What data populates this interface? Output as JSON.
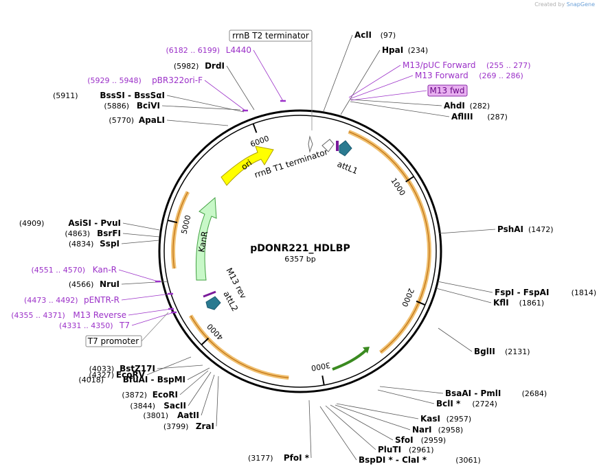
{
  "header": {
    "created_by": "Created by",
    "brand": "SnapGene"
  },
  "plasmid": {
    "name": "pDONR221_HDLBP",
    "length_label": "6357 bp",
    "total_bp": 6357
  },
  "colors": {
    "feature_fill": "#f8e4c4",
    "feature_stroke": "#e0a030",
    "ori": "#ffff00",
    "kanr": "#c8f8c8",
    "att": "#2a7a90",
    "primer": "#9b30c8",
    "enzyme": "#000000",
    "green_arrow": "#3a8a20",
    "label_box_fill": "#e8b0f0"
  },
  "ticks": [
    {
      "label": "1000",
      "bp": 1000
    },
    {
      "label": "2000",
      "bp": 2000
    },
    {
      "label": "3000",
      "bp": 3000
    },
    {
      "label": "4000",
      "bp": 4000
    },
    {
      "label": "5000",
      "bp": 5000
    },
    {
      "label": "6000",
      "bp": 6000
    }
  ],
  "features": [
    {
      "name": "ori",
      "type": "arrow",
      "start": 5780,
      "end": 6130,
      "color": "#ffff00"
    },
    {
      "name": "KanR",
      "type": "arrow",
      "start": 4830,
      "end": 5330,
      "color": "#c8f8c8"
    },
    {
      "name": "rrnB T1 terminator",
      "type": "terminator"
    },
    {
      "name": "attL1",
      "type": "att"
    },
    {
      "name": "M13 rev",
      "type": "label"
    },
    {
      "name": "attL2",
      "type": "att"
    }
  ],
  "left_labels": [
    {
      "pos": "(5982)",
      "name": "DrdI"
    },
    {
      "pos": "(5911)",
      "name": "BssSI  -  BssSαI"
    },
    {
      "pos": "(5886)",
      "name": "BciVI"
    },
    {
      "pos": "(5770)",
      "name": "ApaLI"
    },
    {
      "pos": "(4909)",
      "name": "AsiSI  -  PvuI"
    },
    {
      "pos": "(4863)",
      "name": "BsrFI"
    },
    {
      "pos": "(4834)",
      "name": "SspI"
    },
    {
      "pos": "(4566)",
      "name": "NruI"
    },
    {
      "pos": "(4327)",
      "name": "EcoRV"
    },
    {
      "pos": "(4033)",
      "name": "BstZ17I"
    },
    {
      "pos": "(4018)",
      "name": "BfuAI  -  BspMI"
    },
    {
      "pos": "(3872)",
      "name": "EcoRI"
    },
    {
      "pos": "(3844)",
      "name": "SacII"
    },
    {
      "pos": "(3801)",
      "name": "AatII"
    },
    {
      "pos": "(3799)",
      "name": "ZraI"
    },
    {
      "pos": "(3177)",
      "name": "PfoI *"
    }
  ],
  "left_primers": [
    {
      "pos": "(6182 .. 6199)",
      "name": "L4440"
    },
    {
      "pos": "(5929 .. 5948)",
      "name": "pBR322ori-F"
    },
    {
      "pos": "(4551 .. 4570)",
      "name": "Kan-R"
    },
    {
      "pos": "(4473 .. 4492)",
      "name": "pENTR-R"
    },
    {
      "pos": "(4355 .. 4371)",
      "name": "M13 Reverse"
    },
    {
      "pos": "(4331 .. 4350)",
      "name": "T7"
    }
  ],
  "right_labels": [
    {
      "name": "AclI",
      "pos": "(97)"
    },
    {
      "name": "HpaI",
      "pos": "(234)"
    },
    {
      "name": "AhdI",
      "pos": "(282)"
    },
    {
      "name": "AflIII",
      "pos": "(287)"
    },
    {
      "name": "PshAI",
      "pos": "(1472)"
    },
    {
      "name": "FspI  -  FspAI",
      "pos": "(1814)"
    },
    {
      "name": "KflI",
      "pos": "(1861)"
    },
    {
      "name": "BglII",
      "pos": "(2131)"
    },
    {
      "name": "BsaAI  -  PmlI",
      "pos": "(2684)"
    },
    {
      "name": "BclI *",
      "pos": "(2724)"
    },
    {
      "name": "KasI",
      "pos": "(2957)"
    },
    {
      "name": "NarI",
      "pos": "(2958)"
    },
    {
      "name": "SfoI",
      "pos": "(2959)"
    },
    {
      "name": "PluTI",
      "pos": "(2961)"
    },
    {
      "name": "BspDI *  -  ClaI *",
      "pos": "(3061)"
    }
  ],
  "right_primers": [
    {
      "name": "M13/pUC Forward",
      "pos": "(255 .. 277)"
    },
    {
      "name": "M13 Forward",
      "pos": "(269 .. 286)"
    }
  ],
  "boxed_labels": {
    "rrnb_t2": "rrnB T2 terminator",
    "m13_fwd": "M13 fwd",
    "t7_promoter": "T7 promoter"
  }
}
